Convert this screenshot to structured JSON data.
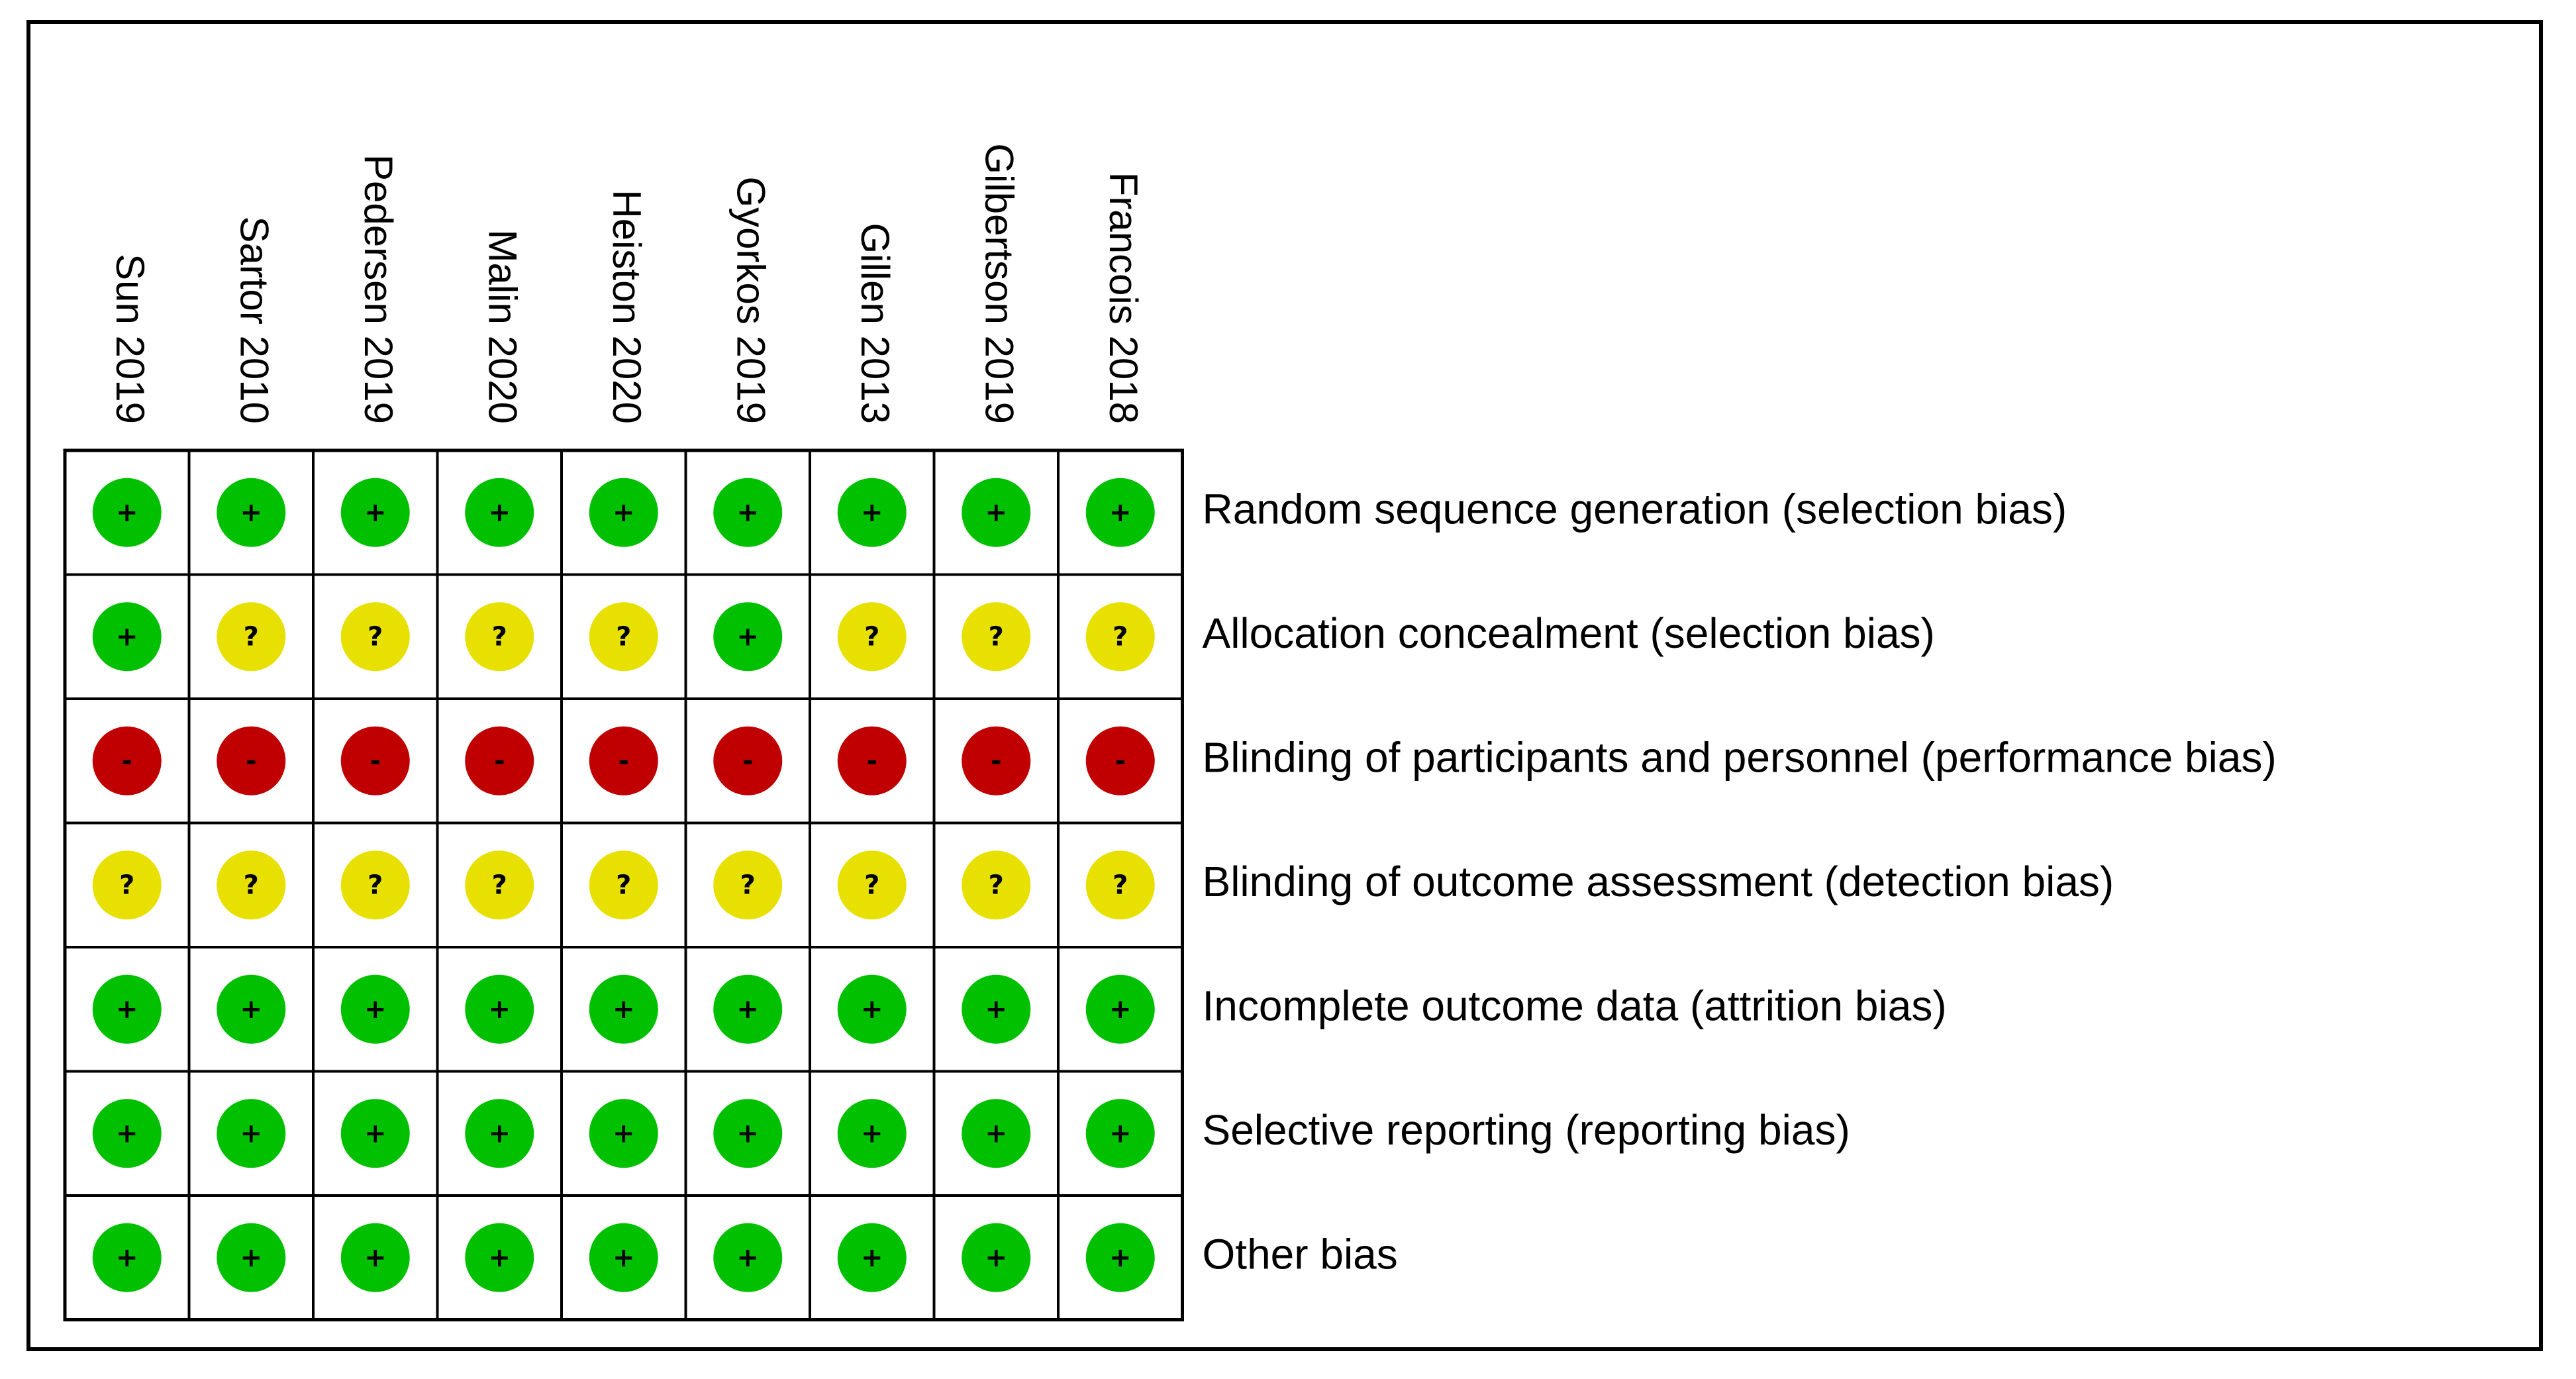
{
  "chart_data": {
    "type": "table",
    "studies": [
      "Sun 2019",
      "Sartor 2010",
      "Pedersen 2019",
      "Malin 2020",
      "Heiston 2020",
      "Gyorkos 2019",
      "Gillen 2013",
      "Gilbertson 2019",
      "Francois 2018"
    ],
    "domains": [
      "Random sequence generation (selection bias)",
      "Allocation concealment (selection bias)",
      "Blinding of participants and personnel (performance bias)",
      "Blinding of outcome assessment (detection bias)",
      "Incomplete outcome data (attrition bias)",
      "Selective reporting (reporting bias)",
      "Other bias"
    ],
    "judgements": [
      [
        "low",
        "low",
        "low",
        "low",
        "low",
        "low",
        "low",
        "low",
        "low"
      ],
      [
        "low",
        "unclear",
        "unclear",
        "unclear",
        "unclear",
        "low",
        "unclear",
        "unclear",
        "unclear"
      ],
      [
        "high",
        "high",
        "high",
        "high",
        "high",
        "high",
        "high",
        "high",
        "high"
      ],
      [
        "unclear",
        "unclear",
        "unclear",
        "unclear",
        "unclear",
        "unclear",
        "unclear",
        "unclear",
        "unclear"
      ],
      [
        "low",
        "low",
        "low",
        "low",
        "low",
        "low",
        "low",
        "low",
        "low"
      ],
      [
        "low",
        "low",
        "low",
        "low",
        "low",
        "low",
        "low",
        "low",
        "low"
      ],
      [
        "low",
        "low",
        "low",
        "low",
        "low",
        "low",
        "low",
        "low",
        "low"
      ]
    ],
    "legend": {
      "low": {
        "symbol": "+",
        "color": "#00c000"
      },
      "unclear": {
        "symbol": "?",
        "color": "#e8e000"
      },
      "high": {
        "symbol": "-",
        "color": "#c00000"
      }
    }
  }
}
